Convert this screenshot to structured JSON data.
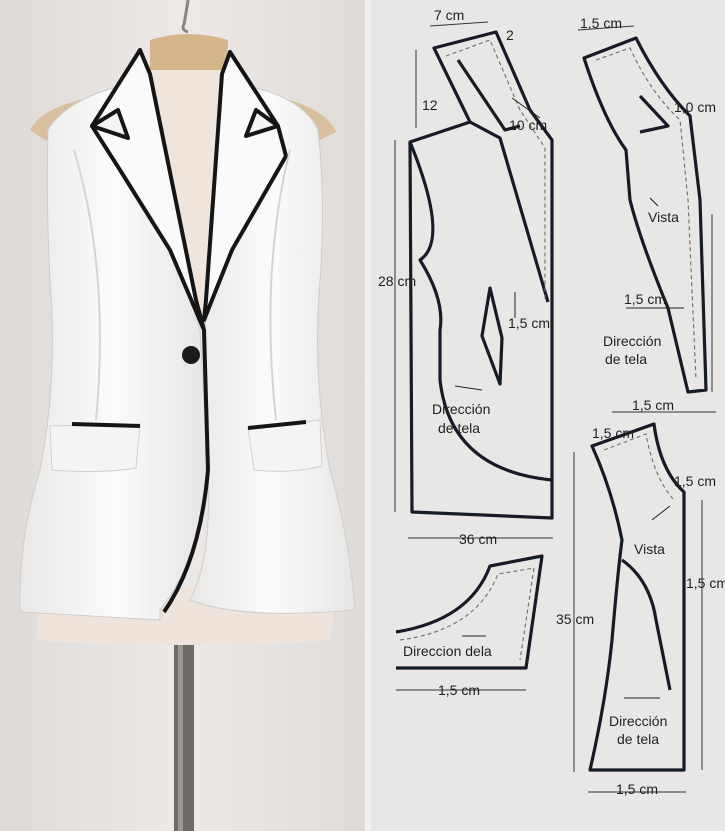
{
  "left_panel": {
    "subject": "white sleeveless blazer vest on dress form"
  },
  "piece1": {
    "dims": {
      "top": "7 cm",
      "dart": "2",
      "shoulder": "12",
      "neck": "10 cm",
      "height": "28 cm",
      "dart_small": "1,5 cm",
      "width": "36 cm"
    },
    "grain": [
      "Dirección",
      "de tela"
    ]
  },
  "piece2": {
    "dims": {
      "top": "1,5 cm",
      "side": "1,0 cm",
      "bottom_inner": "1,5 cm",
      "bottom": "1,5 cm"
    },
    "vista": "Vista",
    "grain": [
      "Dirección",
      "de tela"
    ]
  },
  "piece3": {
    "grain": "Direccion dela",
    "dims": {
      "bottom": "1,5 cm"
    }
  },
  "piece4": {
    "dims": {
      "top": "1,5 cm",
      "side": "1,5 cm",
      "height": "35 cm",
      "bottom": "1,5 cm"
    },
    "vista": "Vista",
    "grain": [
      "Dirección",
      "de tela"
    ]
  }
}
